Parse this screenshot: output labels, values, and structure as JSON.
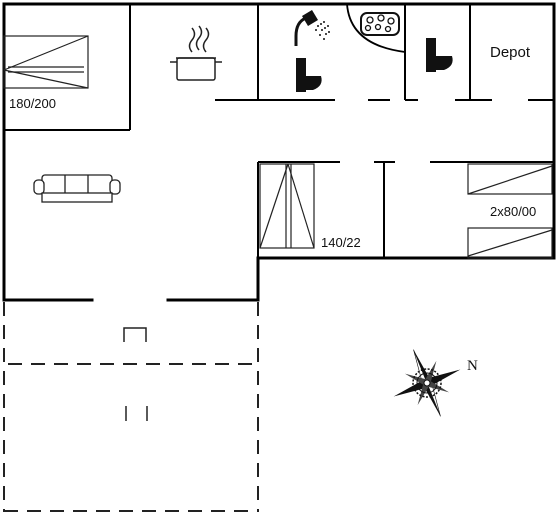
{
  "rooms": {
    "bedroom_1_size": "180/200",
    "bedroom_2_size": "140/22",
    "bedroom_3_size": "2x80/00",
    "storage_label": "Depot"
  },
  "compass": {
    "north_label": "N"
  },
  "icons": {
    "bed": "bed-icon",
    "stove": "cooking-pot-icon",
    "shower": "shower-icon",
    "toilet": "toilet-icon",
    "spa": "whirlpool-bath-icon",
    "sofa": "sofa-icon",
    "compass": "compass-rose-icon"
  },
  "colors": {
    "wall": "#000000",
    "line": "#222222",
    "background": "#ffffff"
  }
}
